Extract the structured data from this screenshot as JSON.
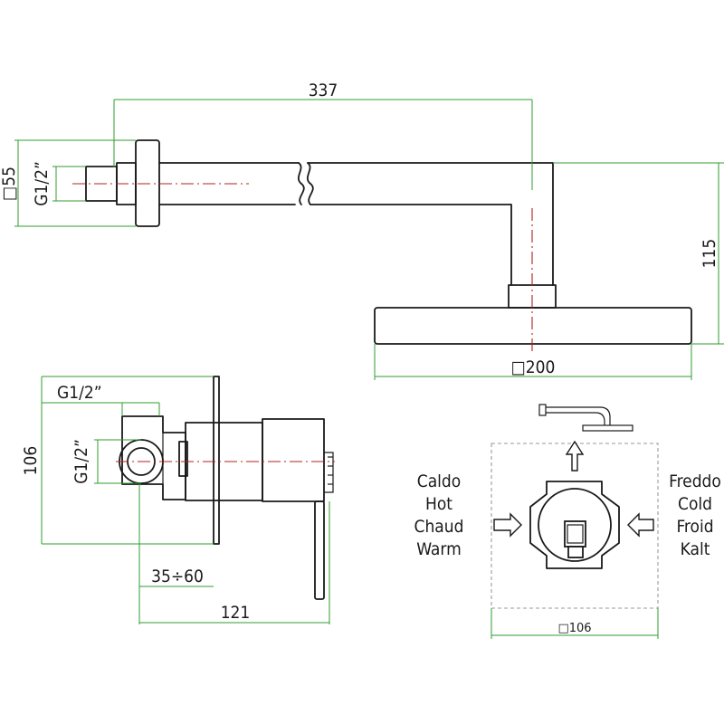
{
  "dimensions": {
    "arm_length": "337",
    "flange_diameter": "□55",
    "arm_thread": "G1/2”",
    "arm_drop": "115",
    "head_diameter": "□200",
    "valve_thread_top": "G1/2”",
    "valve_depth": "106",
    "valve_thread_side": "G1/2”",
    "install_depth": "35÷60",
    "valve_length": "121",
    "plate_size": "□106"
  },
  "labels": {
    "hot": [
      "Caldo",
      "Hot",
      "Chaud",
      "Warm"
    ],
    "cold": [
      "Freddo",
      "Cold",
      "Froid",
      "Kalt"
    ]
  },
  "colors": {
    "dimension_line": "#2f9e2f",
    "center_line": "#b02020",
    "object_line": "#1a1a1a",
    "box_outline": "#9a9a9a"
  }
}
